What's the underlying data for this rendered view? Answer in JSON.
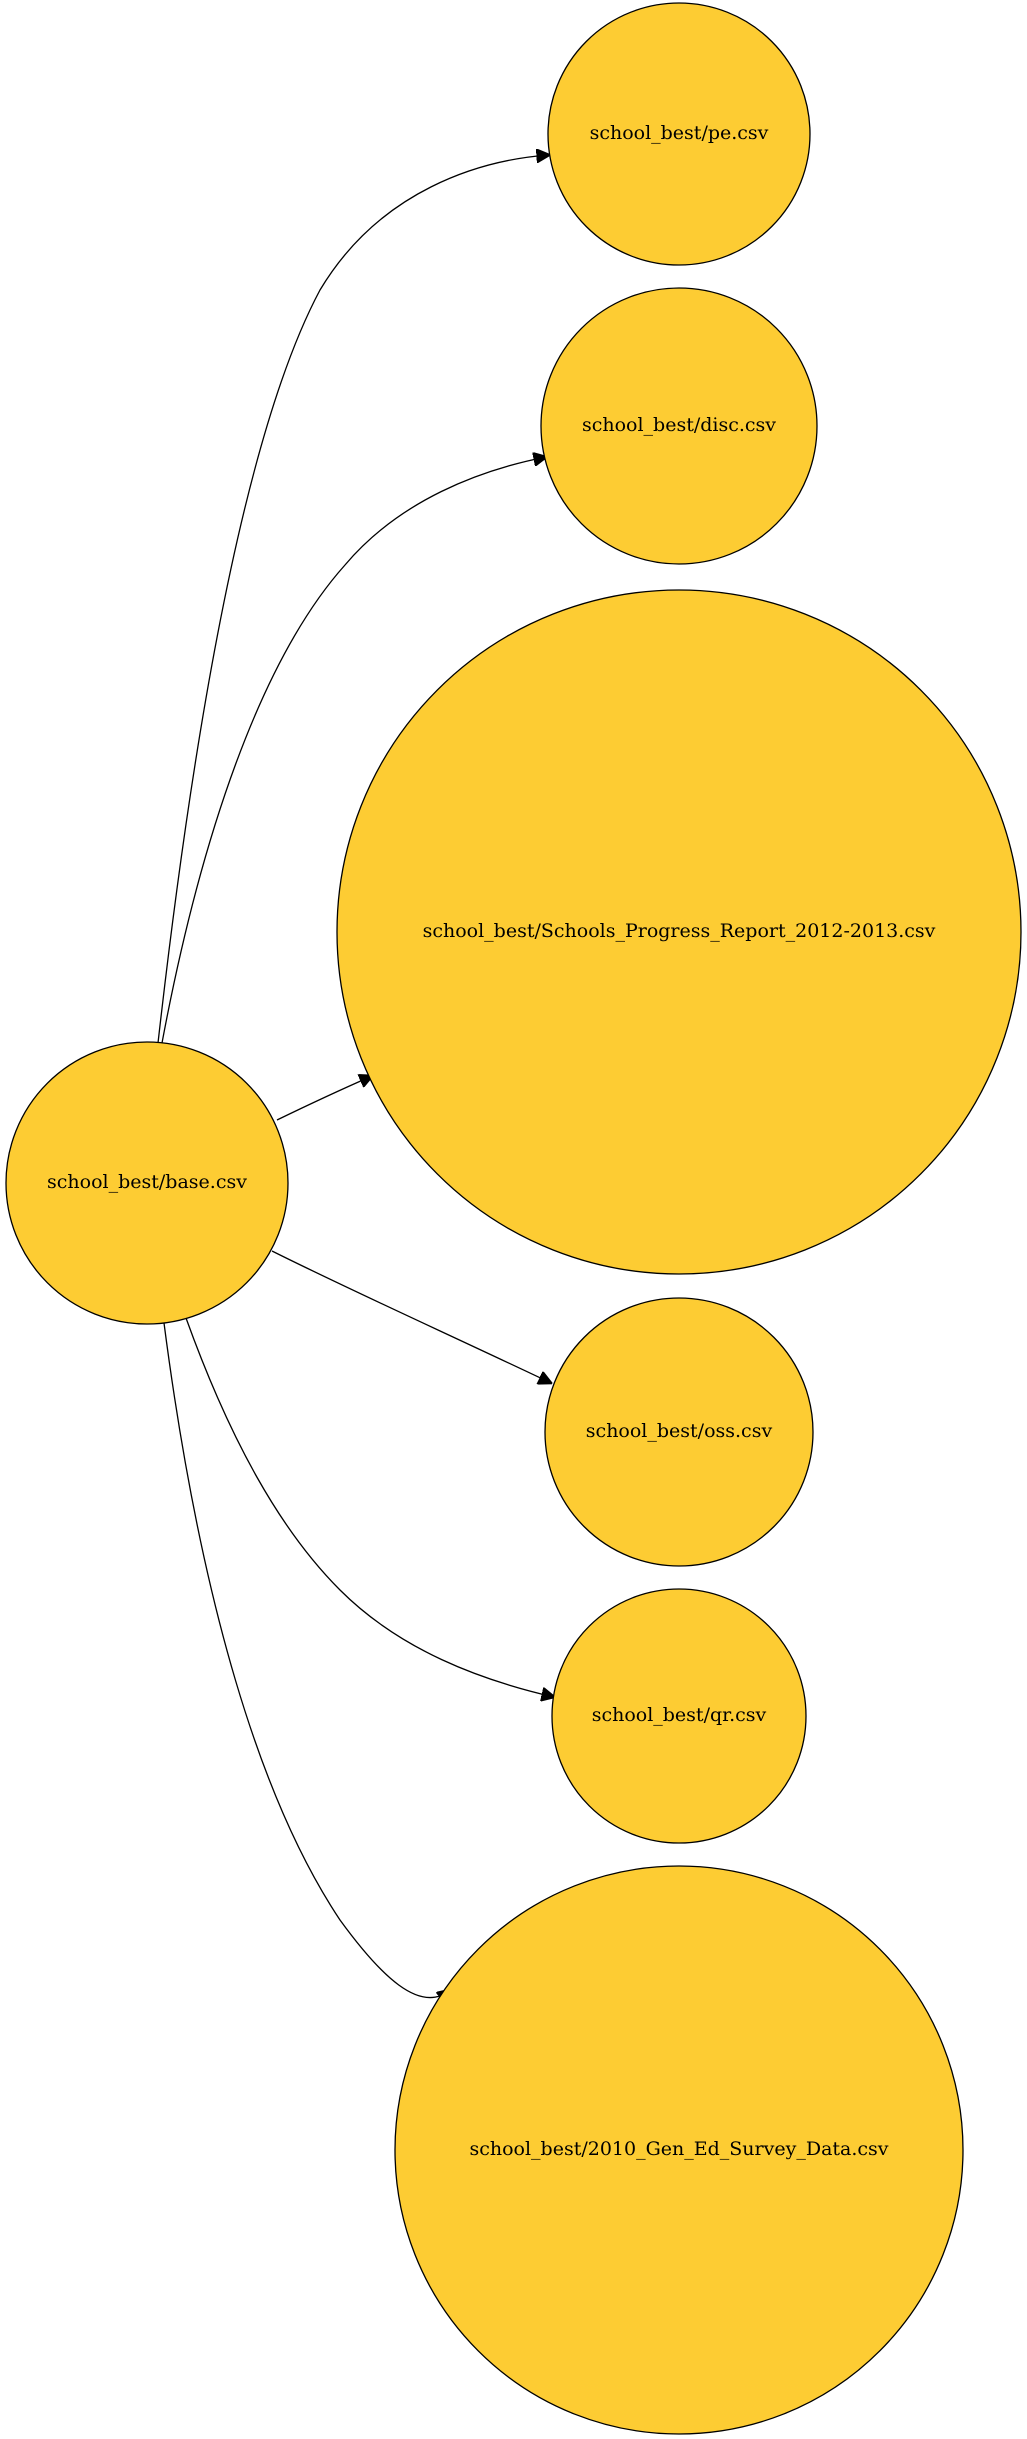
{
  "graph": {
    "node_fill": "#fdcc33",
    "node_stroke": "#000000",
    "edge_color": "#000000",
    "source": {
      "id": "base",
      "label": "school_best/base.csv"
    },
    "targets": [
      {
        "id": "pe",
        "label": "school_best/pe.csv"
      },
      {
        "id": "disc",
        "label": "school_best/disc.csv"
      },
      {
        "id": "progress",
        "label": "school_best/Schools_Progress_Report_2012-2013.csv"
      },
      {
        "id": "oss",
        "label": "school_best/oss.csv"
      },
      {
        "id": "qr",
        "label": "school_best/qr.csv"
      },
      {
        "id": "survey",
        "label": "school_best/2010_Gen_Ed_Survey_Data.csv"
      }
    ]
  }
}
